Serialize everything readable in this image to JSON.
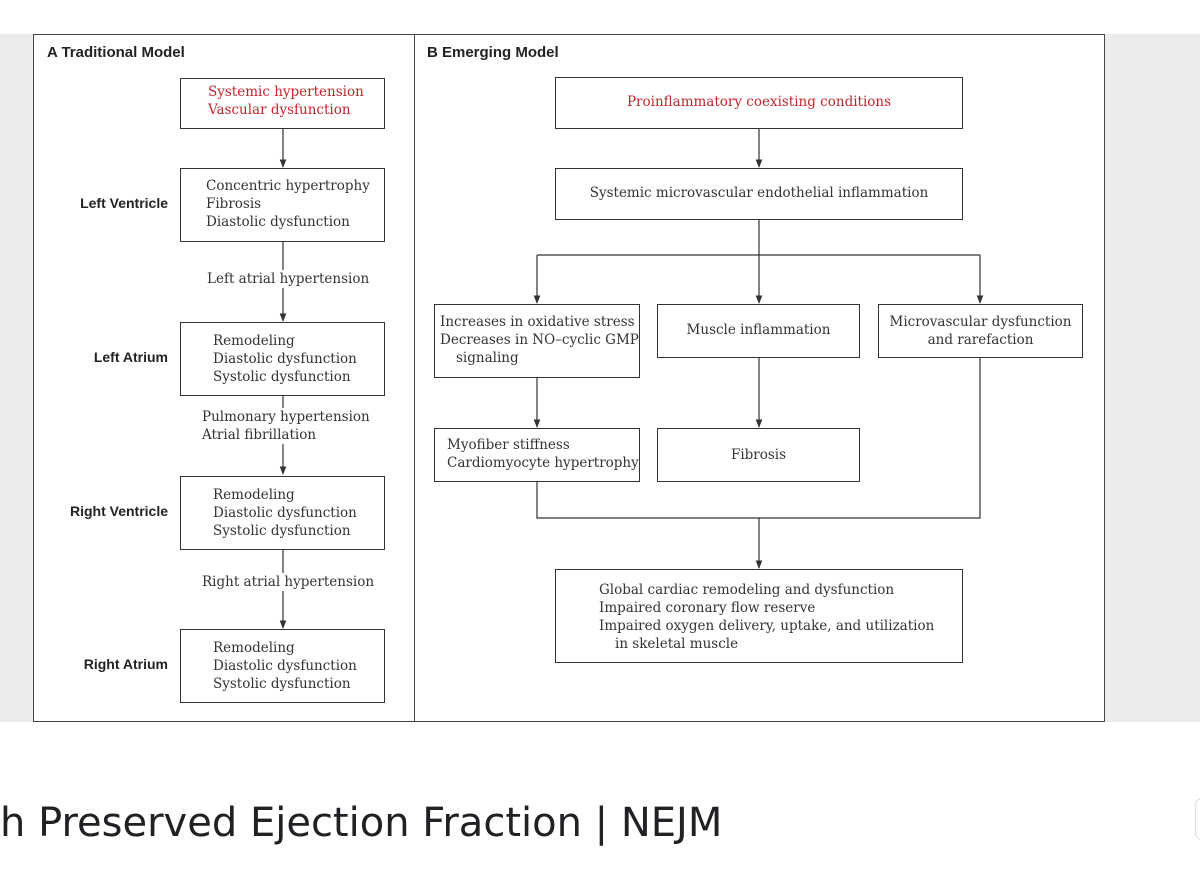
{
  "caption": "h Preserved Ejection Fraction | NEJM",
  "panel_a": {
    "title": "A  Traditional Model",
    "top_box": [
      "Systemic hypertension",
      "Vascular dysfunction"
    ],
    "rows": [
      {
        "label": "Left Ventricle",
        "lines": [
          "Concentric hypertrophy",
          "Fibrosis",
          "Diastolic dysfunction"
        ]
      },
      {
        "label": "Left Atrium",
        "lines": [
          "Remodeling",
          "Diastolic dysfunction",
          "Systolic dysfunction"
        ]
      },
      {
        "label": "Right Ventricle",
        "lines": [
          "Remodeling",
          "Diastolic dysfunction",
          "Systolic dysfunction"
        ]
      },
      {
        "label": "Right Atrium",
        "lines": [
          "Remodeling",
          "Diastolic dysfunction",
          "Systolic dysfunction"
        ]
      }
    ],
    "links": [
      [
        "Left atrial hypertension"
      ],
      [
        "Pulmonary hypertension",
        "Atrial fibrillation"
      ],
      [
        "Right atrial hypertension"
      ]
    ]
  },
  "panel_b": {
    "title": "B  Emerging Model",
    "top_box": "Proinflammatory coexisting conditions",
    "second_box": "Systemic microvascular endothelial inflammation",
    "branch_left": [
      "Increases in oxidative stress",
      "Decreases in NO–cyclic GMP",
      "  signaling"
    ],
    "branch_mid": "Muscle inflammation",
    "branch_right": [
      "Microvascular dysfunction",
      "and rarefaction"
    ],
    "result_left": [
      "Myofiber stiffness",
      "Cardiomyocyte hypertrophy"
    ],
    "result_mid": "Fibrosis",
    "final_box": [
      "Global cardiac remodeling and dysfunction",
      "Impaired coronary flow reserve",
      "Impaired oxygen delivery, uptake, and utilization",
      "   in skeletal muscle"
    ]
  },
  "colors": {
    "accent_red": "#c0262d",
    "line": "#333333"
  }
}
